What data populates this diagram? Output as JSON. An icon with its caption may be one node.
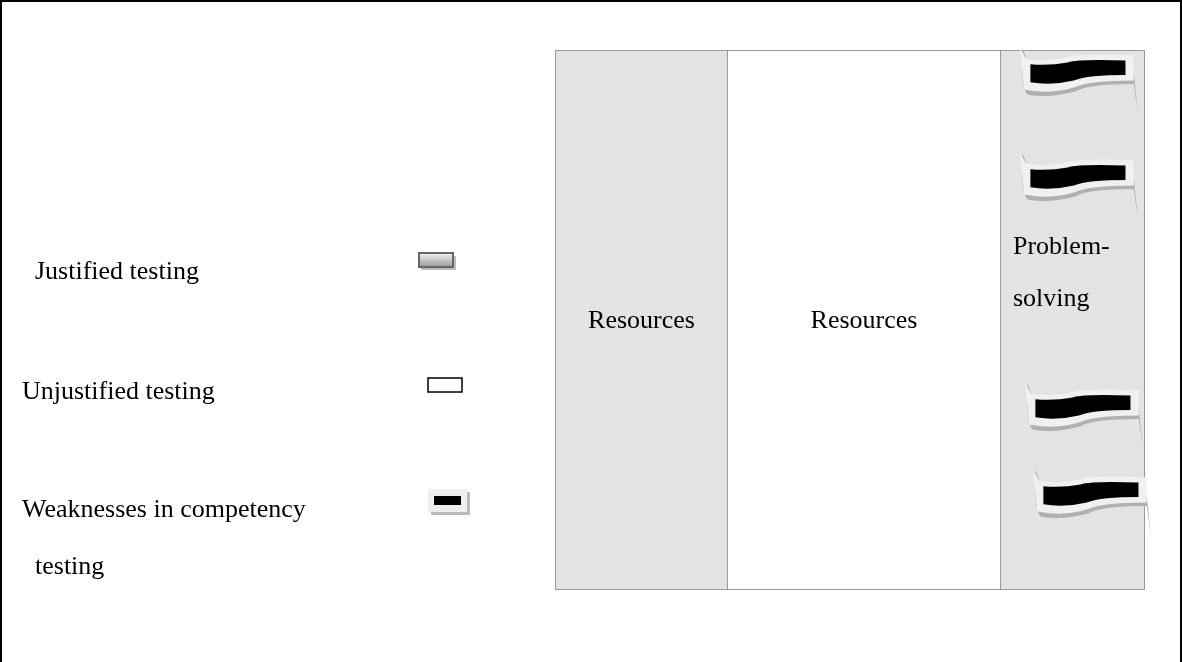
{
  "diagram": {
    "nodes": [
      {
        "text": [
          "Resources"
        ]
      },
      {
        "text": [
          "Resources"
        ]
      },
      {
        "text": [
          "Problem-solving"
        ]
      }
    ],
    "legend": [
      {
        "text": "Justified testing"
      },
      {
        "text": "Unjustified testing"
      },
      {
        "text": "Weaknesses in competency testing"
      }
    ]
  }
}
